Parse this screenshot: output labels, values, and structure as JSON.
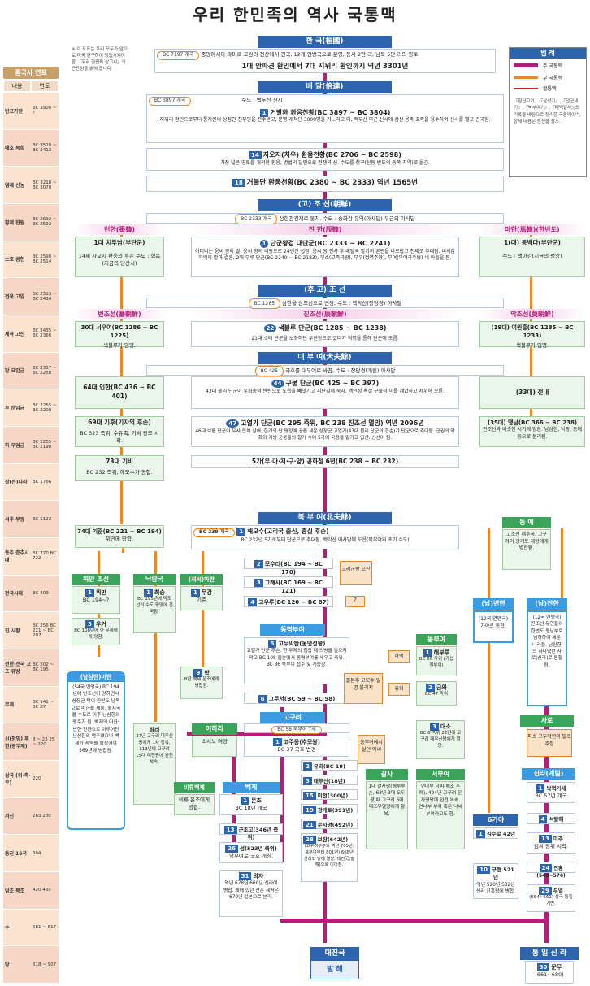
{
  "title": "우리 한민족의 역사 국통맥",
  "note": "※ 이 도표는 우리 모두가 앞으로 더욱 연구하여 정립시켜야 할 「우리 한민족 상고사」의 근간임을 밝혀 둡니다.",
  "timeline": {
    "header": "중국사 연표",
    "col_name": "내용",
    "col_date": "연도",
    "rows": [
      {
        "name": "반고가한",
        "date": "BC 3900 ~ ?"
      },
      {
        "name": "태호 복희",
        "date": "BC 3528 ~ BC 3413"
      },
      {
        "name": "염제 신농",
        "date": "BC 3218 ~ BC 3078"
      },
      {
        "name": "황제 헌원",
        "date": "BC 2692 ~ BC 2592"
      },
      {
        "name": "소호 금천",
        "date": "BC 2598 ~ BC 2514"
      },
      {
        "name": "전욱 고양",
        "date": "BC 2513 ~ BC 2436"
      },
      {
        "name": "제곡 고신",
        "date": "BC 2435 ~ BC 2366"
      },
      {
        "name": "당 요임금",
        "date": "BC 2357 ~ BC 2258"
      },
      {
        "name": "우 순임금",
        "date": "BC 2255 ~ BC 2208"
      },
      {
        "name": "하 우임금",
        "date": "BC 2205 ~ BC 2198"
      },
      {
        "name": "상(은)나라",
        "date": "BC 1766"
      },
      {
        "name": "서주 무왕",
        "date": "BC 1122"
      },
      {
        "name": "동주 춘추시대",
        "date": "BC 770 BC 722"
      },
      {
        "name": "전국시대",
        "date": "BC 403"
      },
      {
        "name": "진 시황",
        "date": "BC 256 BC 221 ~ BC 207"
      },
      {
        "name": "전한·전국 고조 유방",
        "date": "BC 202 ~ BC 195"
      },
      {
        "name": "무제",
        "date": "BC 141 ~ BC 87"
      },
      {
        "name": "신(왕망) 후한(광무제)",
        "date": "8 ~ 23 25 ~ 220"
      },
      {
        "name": "삼국 (위·촉·오)",
        "date": "220"
      },
      {
        "name": "서진",
        "date": "265 280"
      },
      {
        "name": "동진 16국",
        "date": "304"
      },
      {
        "name": "남조 북조",
        "date": "420 439"
      },
      {
        "name": "수",
        "date": "581 ~ 617"
      },
      {
        "name": "당",
        "date": "618 ~ 907"
      }
    ]
  },
  "legend": {
    "title": "범 례",
    "main": "주 국통맥",
    "sub": "부 국통맥",
    "blood": "혈통맥",
    "text": "『환단고기』(『삼성기』,『단군세기』,『북부여기』,『태백일사』)의 기록을 바탕으로 정리한 국통맥이며, 상세 내용은 원전을 참조."
  },
  "hwanguk": {
    "header": "환 국(桓國)",
    "tag": "BC 7197 개국",
    "line1": "중앙아시아 파미르 고원의 천산에서 건국. 12개 연방국으로 운영, 동서 2만 리, 남북 5만 리의 영토",
    "line2": "1대 안파견 환인에서 7대 지위리 환인까지 역년 3301년"
  },
  "baedal": {
    "header": "배 달(倍達)",
    "tag": "BC 3897 개국",
    "cap": "수도 : 백두산 신시",
    "k1_num": "1",
    "k1": "거발환 환웅천황(BC 3897 ~ BC 3804)",
    "k1_desc": "지위리 환인으로부터 통치권의 상징인 천부인을 전수받고, 문명 개척단 3000명을 거느리고 와, 백두산 부근 신시에 삼신 용축·호족을 융수하여 신시를 열고 건국함.",
    "k14_num": "14",
    "k14": "자오지(치우) 환웅천황(BC 2706 ~ BC 2598)",
    "k14_desc": "가장 넓은 영토를 개척한 환웅, 병법의 달인으로 전쟁의 신. 수도를 청구(산동 반도의 동쪽 지역)로 옮김.",
    "k18_num": "18",
    "k18": "거불단 환웅천황(BC 2380 ~ BC 2333) 역년 1565년"
  },
  "gojoseon": {
    "header": "(고) 조 선(朝鮮)",
    "tag": "BC 2333 개국",
    "cap": "삼한관경제로 통치. 수도 : 송화강 유역(아사달) 부근의 아사달",
    "beon": "번한(番韓)",
    "jin": "진 한(辰韓)",
    "ma": "마한(馬韓)(한반도)",
    "beon_k": "1대 치두남(부단군)",
    "beon_d": "14세 자오지 환웅의 후손 수도 : 험독(지금의 당산시)",
    "jin_num": "1",
    "jin_k": "단군왕검 대단군(BC 2333 ~ BC 2241)",
    "jin_d": "어머니는 웅씨 왕의 딸. 웅씨 왕의 비왕으로 24년간 섭정, 웅씨 왕 전사 후 배달국 말기의 혼란을 바로잡고 천제로 추대됨. 비서갑 하백의 딸과 결혼, 2대 부루 단군(BC 2240 ~ BC 2183), 부소(고죽국왕), 부우(정역주왕), 부여(부여국주왕) 네 아들을 둠.",
    "ma_k": "1(대) 웅백다(부단군)",
    "ma_d": "수도 : 백아강(지금의 평양)"
  },
  "hugojoseon": {
    "header": "(후 고) 조 선",
    "tag": "BC 1285",
    "cap": "삼한을 삼조선으로 변경, 수도 : 백악산(장당경) 아사달",
    "beon": "번조선(番朝鮮)",
    "jin": "진조선(辰朝鮮)",
    "mak": "막조선(莫朝鮮)",
    "beon_k": "30대 서우여(BC 1286 ~ BC 1225)",
    "beon_d": "색불루가 임명.",
    "jin_num": "22",
    "jin_k": "색불루 단군(BC 1285 ~ BC 1238)",
    "jin_d": "21대 소태 단군을 보좌하던 우현왕으로 있다가 혁명을 통해 단군에 오름.",
    "mak_k": "(19대) 여원흥(BC 1285 ~ BC 1233)",
    "mak_d": "색불루가 임명."
  },
  "daebuyeo": {
    "header": "대 부 여(大夫餘)",
    "tag": "BC 425",
    "cap": "국호를 대부여로 바꿈, 수도 : 장당경(개원) 아사달",
    "beon_k": "64대 인한(BC 436 ~ BC 401)",
    "num44": "44",
    "k44": "구물 단군(BC 425 ~ BC 397)",
    "k44_d": "43대 물리 단군이 우화충의 반란으로 도읍을 빼앗기고 피난길에 죽자, 백민성 욕살 구물이 이를 제압하고 제위에 오름.",
    "mak_k": "(33대) 전내",
    "beon_k2": "69대 기후(기자의 후손)",
    "beon_d2": "BC 323 즉위, 수유족, 기씨 왕조 시작.",
    "num47": "47",
    "k47": "고열가 단군(BC 295 즉위, BC 238 진조선 멸망) 역년 2096년",
    "k47_d": "46대 보을 단군이 우사 읍차 살해, 한개의 난 평정에 공을 세운 상장군 고열가(43대 물리 단군의 현손)가 단군으로 추대됨. 군권의 약화와 지방 군웅들의 할거 속에 5가에 국정을 맡기고 입산, 신선이 됨.",
    "mak_k2": "(35대) 맹남(BC 366 ~ BC 238)",
    "mak_d2": "진조선과 비슷한 시기에 망함. 남삼한, 낙랑, 동예 등으로 분리됨.",
    "beon_k3": "73대 기비",
    "beon_d3": "BC 232 즉위, 해모수가 봉함.",
    "gonghwa": "5가(우·마·저·구·양) 공화정 6년(BC 238 ~ BC 232)"
  },
  "bukbuyeo": {
    "header": "북 부 여(北夫餘)",
    "tag": "BC 239 개국",
    "num1": "1",
    "k1": "해모수(고리국 출신, 종실 후손)",
    "k1_d": "BC 232년 5가로부터 단군으로 추대됨. 백악산 아사달에 도읍(북부여의 초기 수도)",
    "num2": "2",
    "k2": "모수리(BC 194 ~ BC 170)",
    "num3": "3",
    "k3": "고해사(BC 169 ~ BC 121)",
    "num4": "4",
    "k4": "고우루(BC 120 ~ BC 87)",
    "gori": "고리군왕 고진",
    "q": "?"
  },
  "beonjoseon_end": {
    "k": "74대 기준(BC 221 ~ BC 194)",
    "d": "위만에 망함."
  },
  "wiman": {
    "header": "위만 조선",
    "num1": "1",
    "k1": "위만",
    "d1": "BC 194~?",
    "num3": "3",
    "k3": "우거",
    "d3": "BC 108년에 한 무제에게 망함."
  },
  "nakrang": {
    "header": "낙랑국",
    "num1": "1",
    "k1": "최숭",
    "d1": "BC 195년에 막조선의 수도 평양에 건국함.",
    "end": "최리",
    "end_d": "37년 고구려 대무신왕에게 1차 정복, 313년에 고구려 15대 미천왕에 완전 복속."
  },
  "jinmahan": {
    "header": "(최씨)마한",
    "num1": "1",
    "k1": "무강",
    "d1": "기준",
    "num9": "9",
    "k9": "학",
    "d9": "8년 백제 온조에게 병합됨."
  },
  "namsammahan": {
    "header": "(남삼한)마한",
    "d": "(54국 연맹국) BC 194년에 번조선이 망하면서 상장군 탁이 한반도 남쪽으로 마한을 세움. 월지국을 수도로 이후 남삼한의 맹주가 됨. 백제의 마한·변한·진한으로 이루어진 남삼한의 맹주였으나 백제가 세력을 확장하여 569년에 병합됨."
  },
  "dongbuyeo": {
    "header": "동명부여",
    "num5": "5",
    "k5": "고두막한(동명성왕)",
    "d5": "고열가 단군 후손. 한 무제의 침입 때 의병을 일으켜 막고 BC 108 졸본에서 동명부여를 세우고 즉위. BC 86 북부여 접수 및 계승함.",
    "num6": "6",
    "k6": "고무서(BC 59 ~ BC 58)",
    "habaek": "하백",
    "yuhwa": "유화",
    "jolbon": "졸본후 고모수 일명 불리지"
  },
  "eastbuyeo": {
    "header": "동부여",
    "num1": "1",
    "k1": "해부루",
    "d1": "BC 86 즉위 (가섭원부여)",
    "num2": "2",
    "k2": "금와",
    "d2": "BC 47 즉위",
    "num3": "3",
    "k3": "대소",
    "d3": "BC 6 즉위 22년에 고구려 대무신왕에게 멸망."
  },
  "goguryeo": {
    "header": "고구려",
    "tag": "BC 58 북부여 7세",
    "num1": "1",
    "k1": "고주몽(추모왕)",
    "d1": "BC 37 국호 변경",
    "side": "동부여에서 살던 예씨",
    "num2": "2",
    "k2": "유리(BC 19)",
    "num3": "3",
    "k3": "대무신(18년)",
    "num15": "15",
    "k15": "미천(300년)",
    "num19": "19",
    "k19": "광개토(391년)",
    "num21": "21",
    "k21": "문자명(492년)",
    "num28": "28",
    "k28": "보장(642년)",
    "d28": "(고구려부부의 역년 705년, 북부여부터 801년) 668년 신라와 당에 멸망, 대진국(발해)으로 이어짐."
  },
  "eoharra": {
    "header": "어하라",
    "d": "소서노 여왕"
  },
  "biryu": {
    "header": "비류백제",
    "d": "비류 온조에게 병합."
  },
  "baekje": {
    "header": "백제",
    "num1": "1",
    "k1": "온조",
    "d1": "BC 18년 개국",
    "num13": "13",
    "k13": "근초고(346년 즉위)",
    "num26": "26",
    "k26": "성(523년 즉위)",
    "d26": "남부여로 국호 개칭.",
    "num31": "31",
    "k31": "의자",
    "d31": "역년 678년 660년 신라에 병합. 왜에 있던 잔존 세력은 670년 일본으로 분리."
  },
  "gaya_gatsa": {
    "gatsa": "갈사",
    "gatsa_d": "1대 갈사왕(해부루 손, 68년 3대 도두왕 때 고구려 6대 태조무열왕에게 항복.",
    "seoborye": "서부여",
    "seoborye_d": "연나부 낙씨(해소 후예), 494년 고구려 문자명왕에 완전 복속. 연나부 부여 혹은 낙씨 부여라고도 함."
  },
  "byeonhan": {
    "header": "(남)변한",
    "d": "(12국 연맹국) 가야로 통합."
  },
  "jinhan": {
    "header": "(남)진한",
    "d": "(12국 연맹국) 진조선 유민들이 한반도 동남부로 남하하여 세운 나라들. 남진한의 하나였던 사로(신라)로 통합됨."
  },
  "dongye": {
    "header": "동 예",
    "d": "고조선 제후국, 고구려의 광개토 태왕에게 병합됨."
  },
  "saro": {
    "header": "사로",
    "d": "파소 고두막한의 딸로 추정"
  },
  "gaya": {
    "header": "6가야",
    "num1": "1",
    "k1": "김수로 42년",
    "num10": "10",
    "k10": "구형 521년",
    "d10": "역년 520년 532년 신라 진흥왕에 병합."
  },
  "silla": {
    "header": "신라(계림)",
    "num1": "1",
    "k1": "박혁거세",
    "d1": "BC 57년 개국",
    "num4": "4",
    "k4": "석탈해",
    "num13": "13",
    "k13": "미추",
    "d13": "김씨 왕위 시작.",
    "num24": "24",
    "k24": "진흥(540~576)",
    "num29": "29",
    "k29": "무열",
    "d29": "(654~661) 삼국 통일 기반."
  },
  "daejin": {
    "header": "대진국",
    "d": "발 해"
  },
  "unified": {
    "header": "통 일 신 라",
    "num30": "30",
    "k30": "문무",
    "d30": "(661~680)"
  },
  "colors": {
    "main": "#b0207a",
    "sub": "#e48a2a",
    "blood": "#d0202a",
    "blue": "#2c64ad",
    "green": "#3aa55a"
  }
}
